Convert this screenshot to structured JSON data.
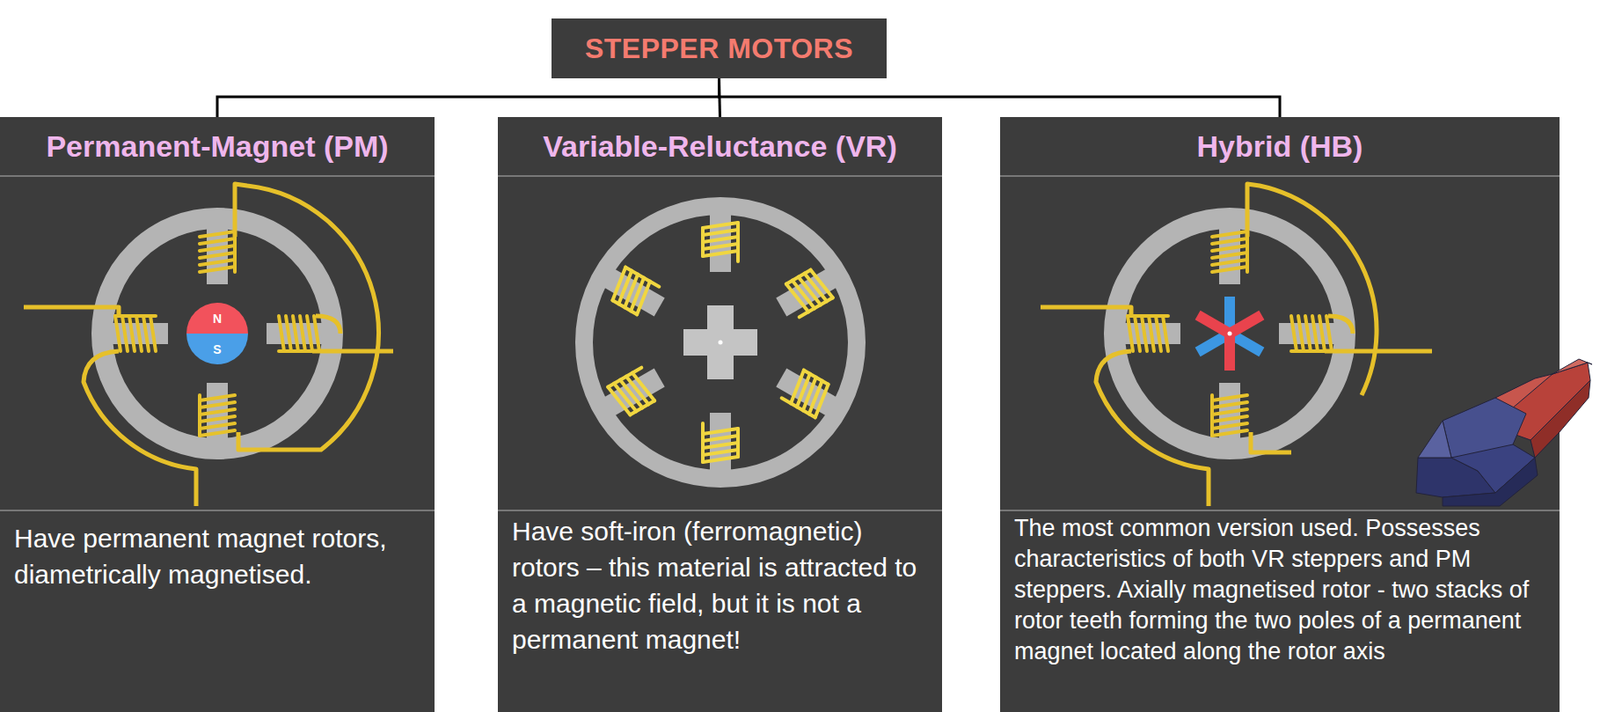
{
  "diagram": {
    "nodes": [
      {
        "text": [
          "STEPPER MOTORS"
        ]
      },
      {
        "text": [
          "Permanent-Magnet (PM)",
          "Have permanent magnet rotors, diametrically magnetised."
        ]
      },
      {
        "text": [
          "Variable-Reluctance (VR)",
          "Have soft-iron (ferromagnetic) rotors – this material is attracted to a magnetic field, but it is not a permanent magnet!"
        ]
      },
      {
        "text": [
          "Hybrid (HB)",
          "The most common version used. Possesses characteristics of both VR steppers and PM steppers. Axially magnetised rotor - two stacks of rotor teeth forming the two poles of a permanent magnet located along the rotor axis"
        ]
      }
    ],
    "edges": [
      {
        "from": 0,
        "to": 1,
        "arrow": "none"
      },
      {
        "from": 0,
        "to": 2,
        "arrow": "none"
      },
      {
        "from": 0,
        "to": 3,
        "arrow": "none"
      }
    ],
    "labels": [
      "N",
      "S"
    ]
  }
}
